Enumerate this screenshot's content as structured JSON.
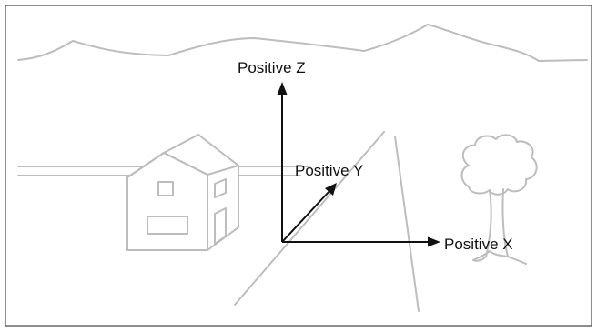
{
  "labels": {
    "z_axis": "Positive Z",
    "y_axis": "Positive Y",
    "x_axis": "Positive X"
  },
  "colors": {
    "sketch_lines": "#bdbdbd",
    "axes": "#111111",
    "frame": "#444444",
    "background": "#ffffff"
  }
}
